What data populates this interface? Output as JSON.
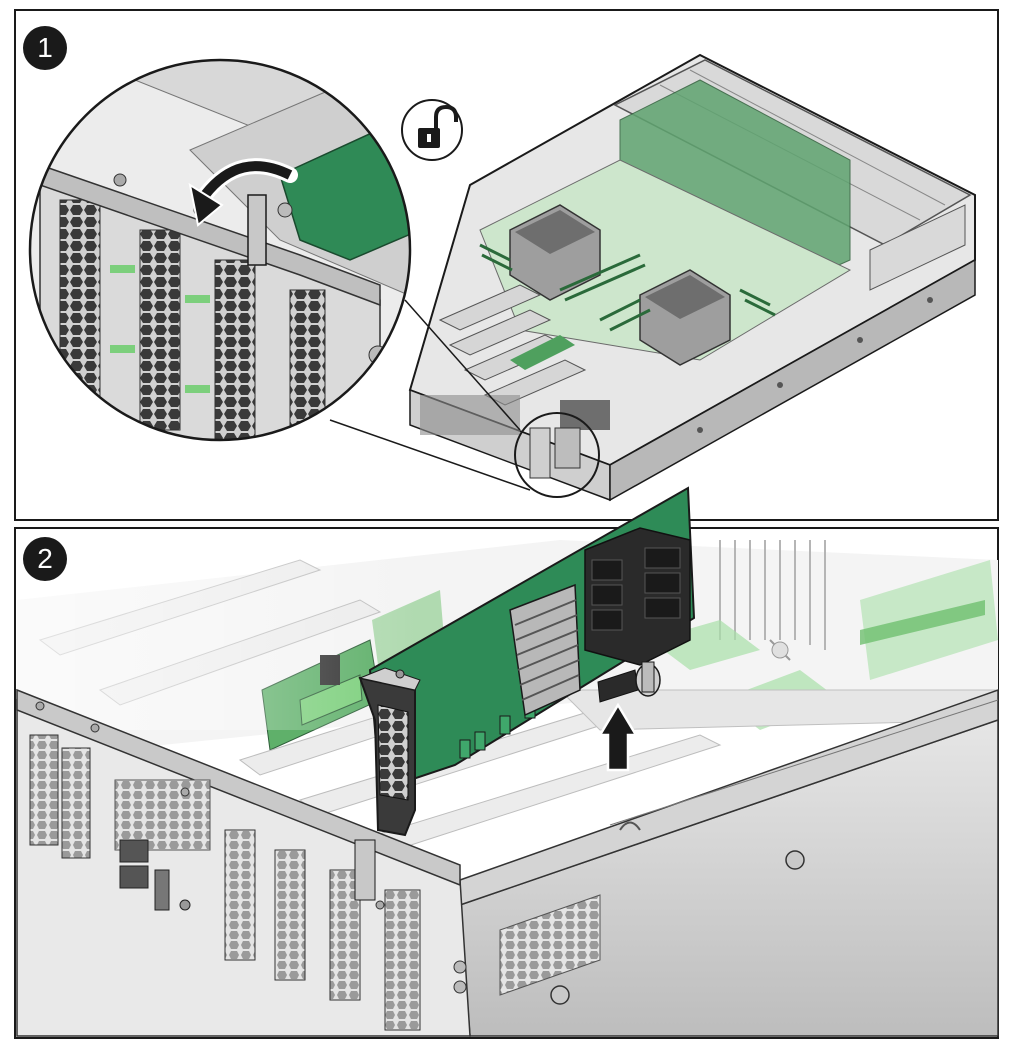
{
  "panels": [
    {
      "step_label": "1",
      "icon": "unlock-icon",
      "action": "open-slot-latch"
    },
    {
      "step_label": "2",
      "icon": "up-arrow-icon",
      "action": "lift-pcie-card-out"
    }
  ],
  "colors": {
    "pcb_green": "#2e8b57",
    "light_green": "#7ccf7c",
    "chassis_gray": "#c8c8c8",
    "outline": "#1a1a1a"
  }
}
